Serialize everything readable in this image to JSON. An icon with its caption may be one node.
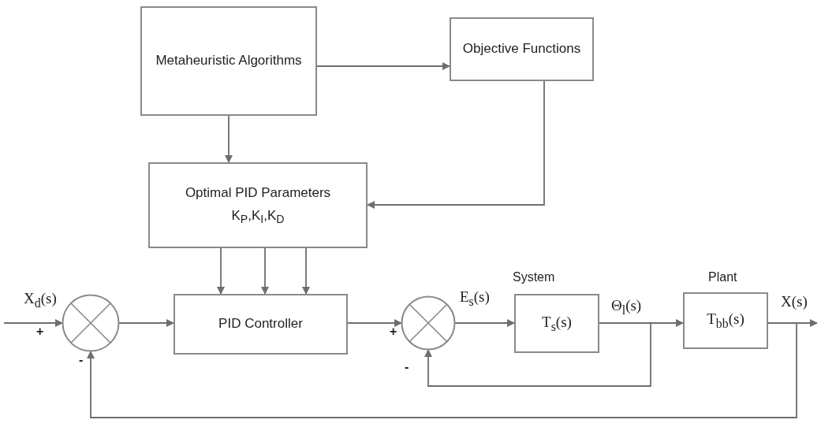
{
  "diagram": {
    "nodes": [
      {
        "text": [
          "Metaheuristic Algorithms"
        ]
      },
      {
        "text": [
          "Objective Functions"
        ]
      },
      {
        "text": [
          "Optimal PID Parameters",
          "K$_{P}$,K$_{I}$,K$_{D}$"
        ]
      },
      {
        "text": [],
        "shape": "circle"
      },
      {
        "text": [
          "PID Controller"
        ]
      },
      {
        "text": [],
        "shape": "circle"
      },
      {
        "text": [
          "T$_{s}$(s)"
        ],
        "beside": [
          "System"
        ]
      },
      {
        "text": [
          "T$_{bb}$(s)"
        ],
        "beside": [
          "Plant"
        ]
      }
    ],
    "edges": [
      {
        "from": 0,
        "to": 1,
        "arrow": "to"
      },
      {
        "from": 0,
        "to": 2,
        "arrow": "to"
      },
      {
        "from": 1,
        "to": 2,
        "arrow": "to"
      },
      {
        "from": 2,
        "to": 4,
        "arrow": "to"
      },
      {
        "from": 2,
        "to": 4,
        "arrow": "to"
      },
      {
        "from": 2,
        "to": 4,
        "arrow": "to"
      },
      {
        "from": null,
        "to": 3,
        "arrow": "to",
        "label": "X$_{d}$(s)"
      },
      {
        "from": 3,
        "to": 4,
        "arrow": "to"
      },
      {
        "from": 4,
        "to": 5,
        "arrow": "to"
      },
      {
        "from": 5,
        "to": 6,
        "arrow": "to",
        "label": "E$_{s}$(s)"
      },
      {
        "from": 6,
        "to": 7,
        "arrow": "to",
        "label": "Θ$_{l}$(s)"
      },
      {
        "from": 7,
        "to": null,
        "arrow": "to",
        "label": "X(s)"
      },
      {
        "from": 6,
        "to": 5,
        "arrow": "to"
      },
      {
        "from": 7,
        "to": 3,
        "arrow": "to"
      }
    ],
    "labels": [
      "+",
      "-",
      "+",
      "-"
    ]
  }
}
